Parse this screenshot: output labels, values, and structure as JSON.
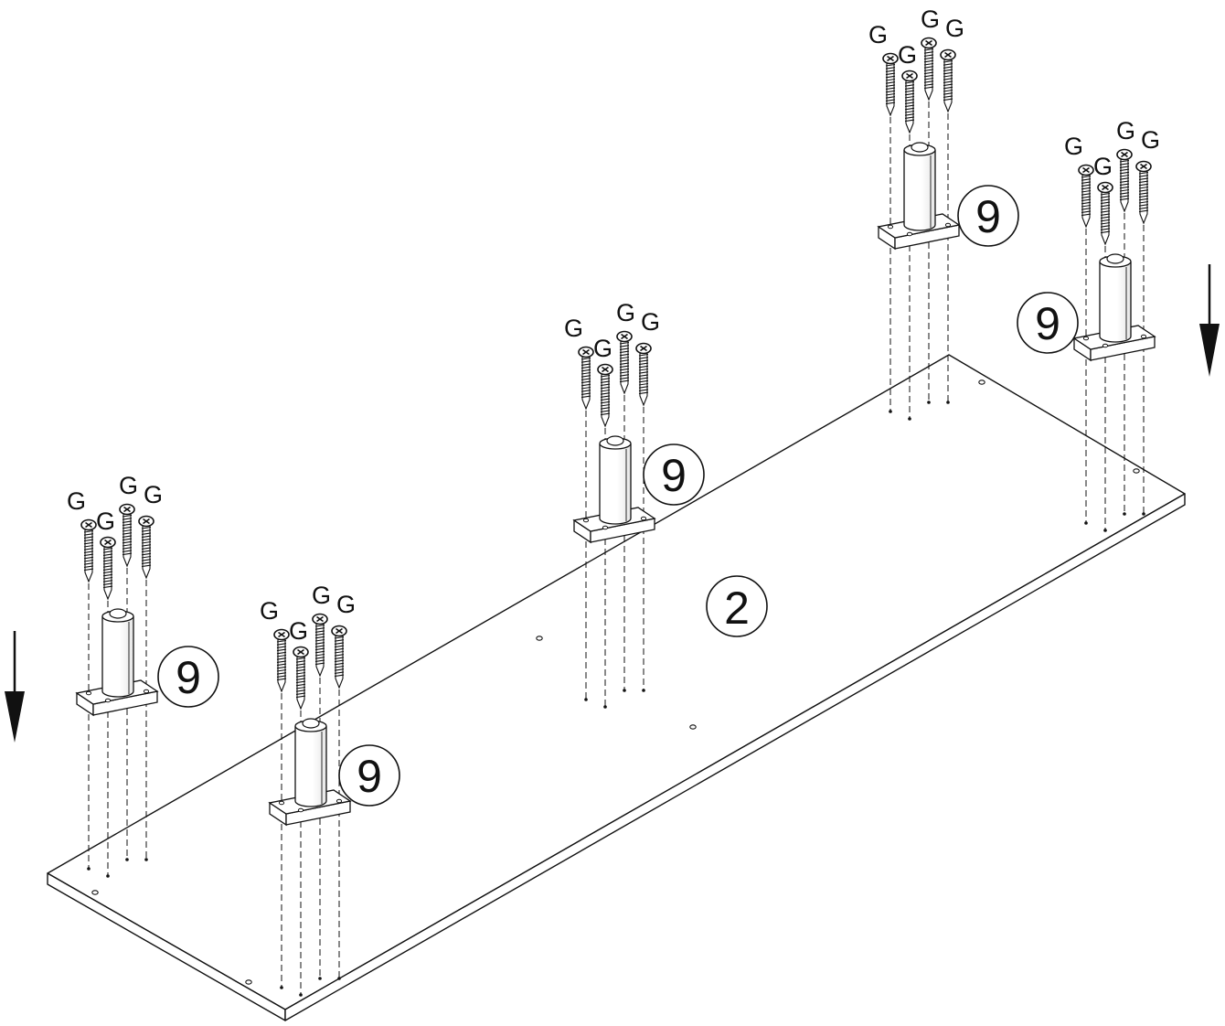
{
  "diagram": {
    "board": {
      "part_number": "2"
    },
    "legs": [
      {
        "part_number": "9",
        "screw_labels": [
          "G",
          "G",
          "G",
          "G"
        ]
      },
      {
        "part_number": "9",
        "screw_labels": [
          "G",
          "G",
          "G",
          "G"
        ]
      },
      {
        "part_number": "9",
        "screw_labels": [
          "G",
          "G",
          "G",
          "G"
        ]
      },
      {
        "part_number": "9",
        "screw_labels": [
          "G",
          "G",
          "G",
          "G"
        ]
      },
      {
        "part_number": "9",
        "screw_labels": [
          "G",
          "G",
          "G",
          "G"
        ]
      }
    ],
    "arrows": [
      {
        "direction": "down"
      },
      {
        "direction": "down"
      }
    ],
    "colors": {
      "line": "#111111",
      "background": "#ffffff"
    }
  }
}
